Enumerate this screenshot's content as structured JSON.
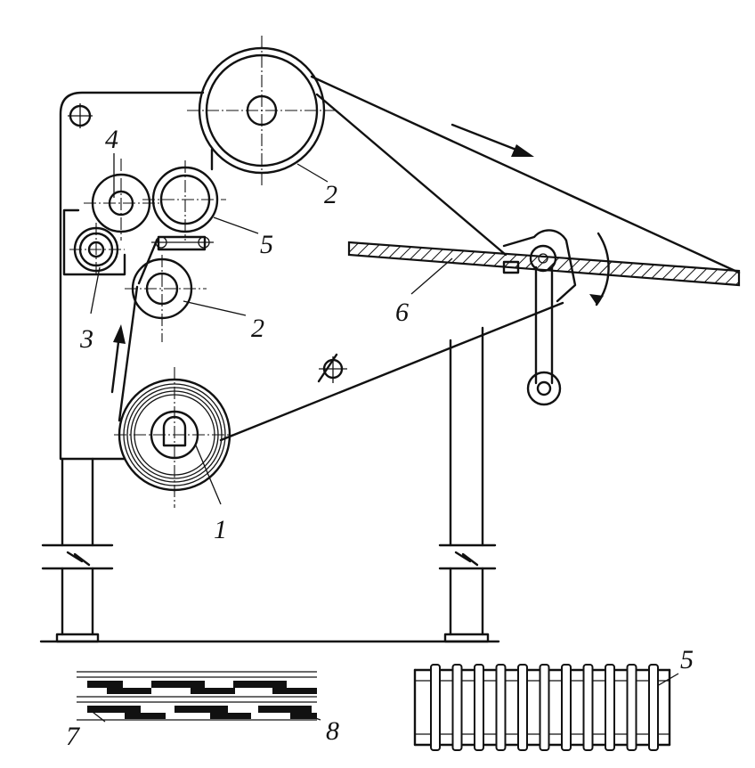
{
  "labels": {
    "roller_1": "1",
    "roller_2_top": "2",
    "roller_2_mid": "2",
    "roller_3": "3",
    "roller_4": "4",
    "roller_5": "5",
    "blade_6": "6",
    "detail_5": "5",
    "detail_7": "7",
    "detail_8": "8"
  }
}
